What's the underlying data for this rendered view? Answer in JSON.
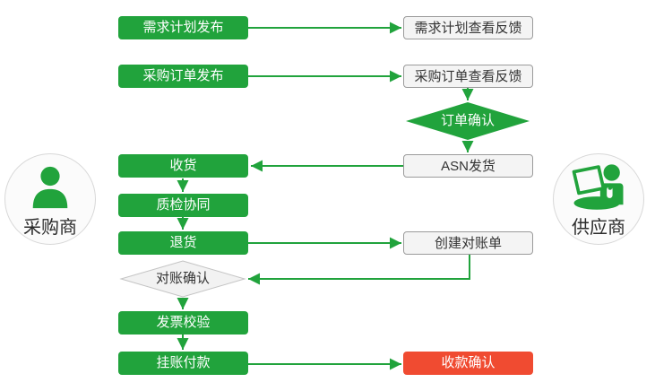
{
  "actors": {
    "buyer": {
      "label": "采购商",
      "icon": "person-icon"
    },
    "supplier": {
      "label": "供应商",
      "icon": "person-laptop-icon"
    }
  },
  "nodes": {
    "demand_plan_publish": {
      "label": "需求计划发布",
      "type": "process",
      "actor": "buyer"
    },
    "demand_plan_feedback": {
      "label": "需求计划查看反馈",
      "type": "process",
      "actor": "supplier"
    },
    "po_publish": {
      "label": "采购订单发布",
      "type": "process",
      "actor": "buyer"
    },
    "po_feedback": {
      "label": "采购订单查看反馈",
      "type": "process",
      "actor": "supplier"
    },
    "order_confirm": {
      "label": "订单确认",
      "type": "decision",
      "actor": "supplier"
    },
    "asn_ship": {
      "label": "ASN发货",
      "type": "process",
      "actor": "supplier"
    },
    "receive": {
      "label": "收货",
      "type": "process",
      "actor": "buyer"
    },
    "quality_check": {
      "label": "质检协同",
      "type": "process",
      "actor": "buyer"
    },
    "return_goods": {
      "label": "退货",
      "type": "process",
      "actor": "buyer"
    },
    "create_statement": {
      "label": "创建对账单",
      "type": "process",
      "actor": "supplier"
    },
    "statement_confirm": {
      "label": "对账确认",
      "type": "decision",
      "actor": "buyer"
    },
    "invoice_check": {
      "label": "发票校验",
      "type": "process",
      "actor": "buyer"
    },
    "pending_payment": {
      "label": "挂账付款",
      "type": "process",
      "actor": "buyer"
    },
    "receipt_confirm": {
      "label": "收款确认",
      "type": "end",
      "actor": "supplier"
    }
  },
  "edges": [
    {
      "from": "demand_plan_publish",
      "to": "demand_plan_feedback"
    },
    {
      "from": "po_publish",
      "to": "po_feedback"
    },
    {
      "from": "po_feedback",
      "to": "order_confirm"
    },
    {
      "from": "order_confirm",
      "to": "asn_ship"
    },
    {
      "from": "asn_ship",
      "to": "receive"
    },
    {
      "from": "receive",
      "to": "quality_check"
    },
    {
      "from": "quality_check",
      "to": "return_goods"
    },
    {
      "from": "return_goods",
      "to": "create_statement"
    },
    {
      "from": "create_statement",
      "to": "statement_confirm"
    },
    {
      "from": "statement_confirm",
      "to": "invoice_check"
    },
    {
      "from": "invoice_check",
      "to": "pending_payment"
    },
    {
      "from": "pending_payment",
      "to": "receipt_confirm"
    }
  ],
  "colors": {
    "green": "#21A33C",
    "red": "#F04B31",
    "gray_node_fill": "#F4F4F4",
    "gray_node_border": "#9B9B9B",
    "decision_gray_fill": "#F2F2F2",
    "decision_gray_border": "#C4C4C4",
    "circle_fill": "#FBFBFB",
    "circle_border": "#D8D8D8",
    "text_dark": "#333333",
    "text_light": "#FFFFFF"
  }
}
